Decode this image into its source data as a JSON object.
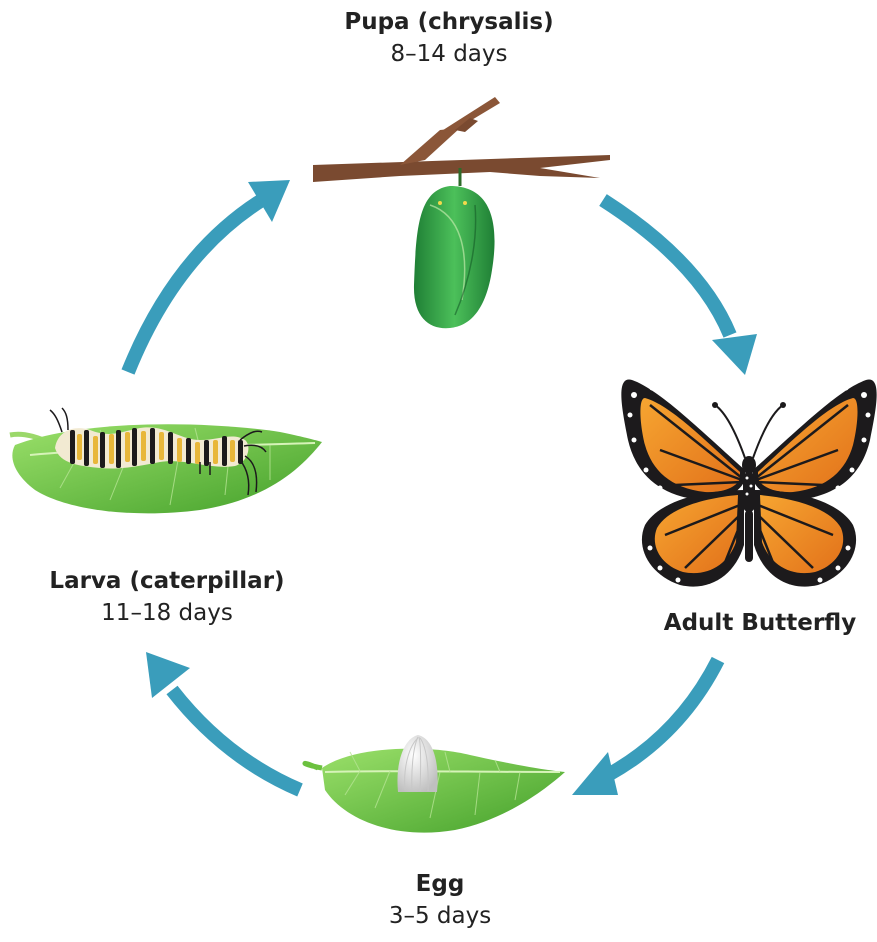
{
  "stages": {
    "pupa": {
      "name": "Pupa (chrysalis)",
      "duration": "8–14 days"
    },
    "adult": {
      "name": "Adult Butterfly",
      "duration": ""
    },
    "egg": {
      "name": "Egg",
      "duration": "3–5 days"
    },
    "larva": {
      "name": "Larva (caterpillar)",
      "duration": "11–18 days"
    }
  },
  "colors": {
    "arrow": "#3a9dbb",
    "leaf": "#6cc13f",
    "leaf_dark": "#3f8f25",
    "branch": "#7a4a30",
    "chrysalis": "#2e9b43",
    "wing_orange": "#f08a1c",
    "wing_black": "#1c1a1c",
    "egg_white": "#ededed"
  },
  "icons": [
    "chrysalis-on-branch",
    "monarch-butterfly",
    "egg-on-leaf",
    "caterpillar-on-leaf",
    "cycle-arrow"
  ]
}
